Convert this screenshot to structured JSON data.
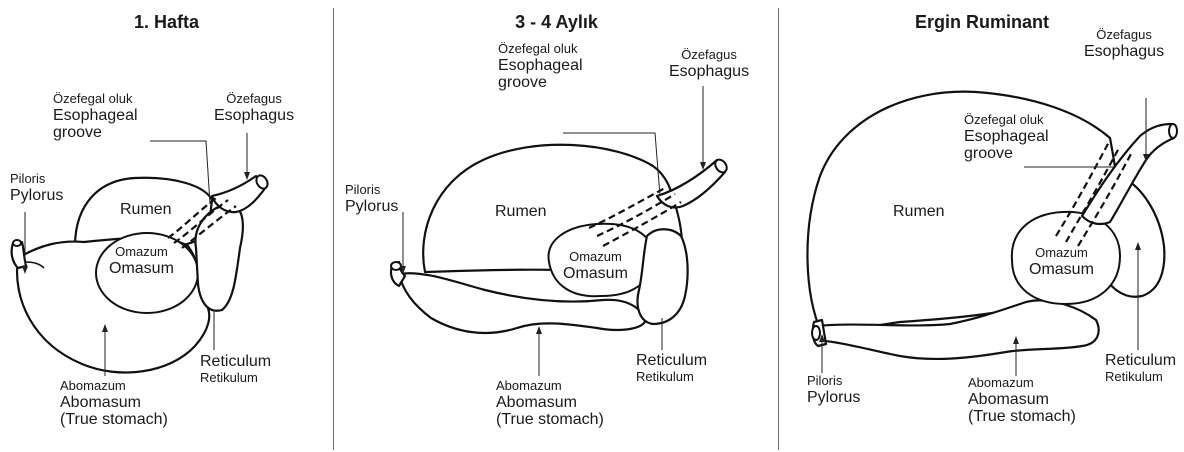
{
  "panels": [
    {
      "title": "1. Hafta",
      "labels": {
        "esophageal_groove_tr": "Özefegal oluk",
        "esophageal_groove_en_1": "Esophageal",
        "esophageal_groove_en_2": "groove",
        "esophagus_tr": "Özefagus",
        "esophagus_en": "Esophagus",
        "pylorus_tr": "Piloris",
        "pylorus_en": "Pylorus",
        "rumen": "Rumen",
        "omasum_tr": "Omazum",
        "omasum_en": "Omasum",
        "reticulum_en": "Reticulum",
        "reticulum_tr": "Retikulum",
        "abomasum_tr": "Abomazum",
        "abomasum_en": "Abomasum",
        "abomasum_note": "(True stomach)"
      }
    },
    {
      "title": "3 - 4 Aylık",
      "labels": {
        "esophageal_groove_tr": "Özefegal oluk",
        "esophageal_groove_en_1": "Esophageal",
        "esophageal_groove_en_2": "groove",
        "esophagus_tr": "Özefagus",
        "esophagus_en": "Esophagus",
        "pylorus_tr": "Piloris",
        "pylorus_en": "Pylorus",
        "rumen": "Rumen",
        "omasum_tr": "Omazum",
        "omasum_en": "Omasum",
        "reticulum_en": "Reticulum",
        "reticulum_tr": "Retikulum",
        "abomasum_tr": "Abomazum",
        "abomasum_en": "Abomasum",
        "abomasum_note": "(True stomach)"
      }
    },
    {
      "title": "Ergin Ruminant",
      "labels": {
        "esophagus_tr": "Özefagus",
        "esophagus_en": "Esophagus",
        "esophageal_groove_tr": "Özefegal oluk",
        "esophageal_groove_en_1": "Esophageal",
        "esophageal_groove_en_2": "groove",
        "rumen": "Rumen",
        "omasum_tr": "Omazum",
        "omasum_en": "Omasum",
        "reticulum_en": "Reticulum",
        "reticulum_tr": "Retikulum",
        "pylorus_tr": "Piloris",
        "pylorus_en": "Pylorus",
        "abomasum_tr": "Abomazum",
        "abomasum_en": "Abomasum",
        "abomasum_note": "(True stomach)"
      }
    }
  ]
}
